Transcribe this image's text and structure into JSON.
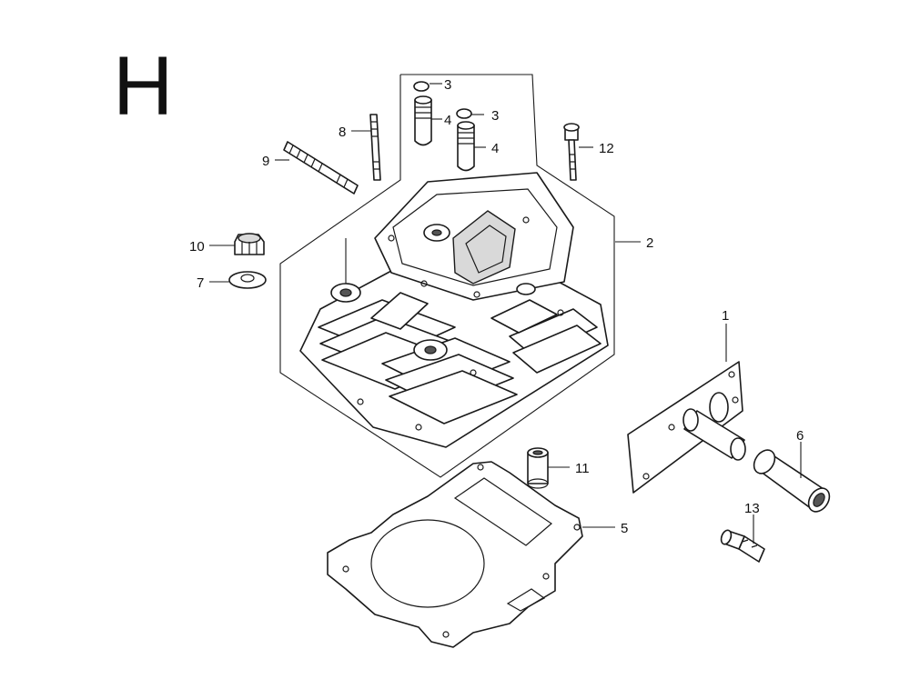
{
  "section_letter": "H",
  "callouts": [
    {
      "id": "c3a",
      "label": "3"
    },
    {
      "id": "c4a",
      "label": "4"
    },
    {
      "id": "c3b",
      "label": "3"
    },
    {
      "id": "c4b",
      "label": "4"
    },
    {
      "id": "c8",
      "label": "8"
    },
    {
      "id": "c9",
      "label": "9"
    },
    {
      "id": "c12",
      "label": "12"
    },
    {
      "id": "c10",
      "label": "10"
    },
    {
      "id": "c7",
      "label": "7"
    },
    {
      "id": "c2",
      "label": "2"
    },
    {
      "id": "c1",
      "label": "1"
    },
    {
      "id": "c6",
      "label": "6"
    },
    {
      "id": "c11",
      "label": "11"
    },
    {
      "id": "c5",
      "label": "5"
    },
    {
      "id": "c13",
      "label": "13"
    }
  ]
}
